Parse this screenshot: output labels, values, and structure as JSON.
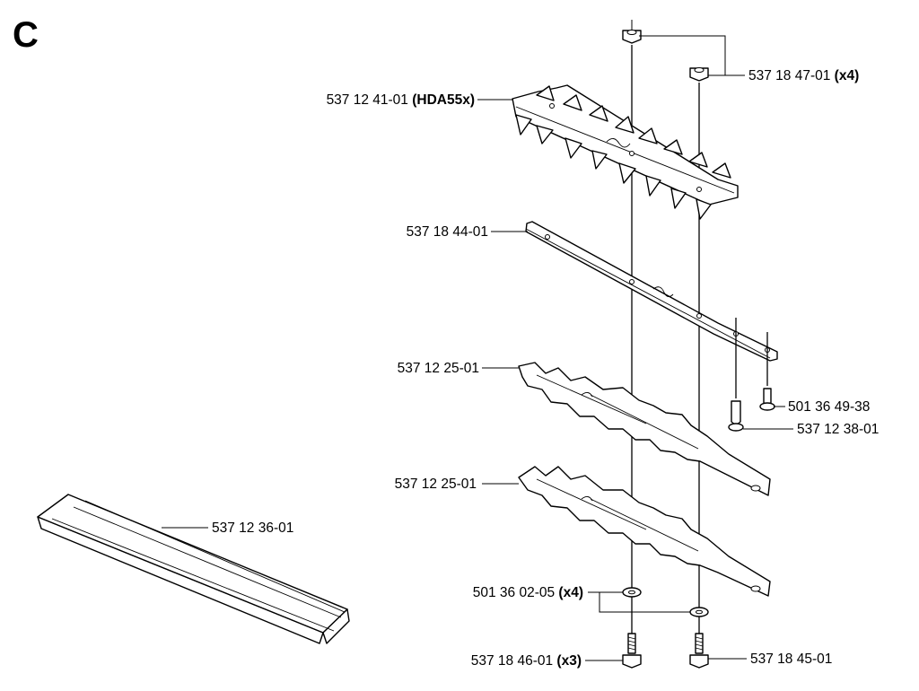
{
  "section": "C",
  "callouts": {
    "nut": {
      "part": "537 18 47-01",
      "qty": "(x4)"
    },
    "upper_blade": {
      "part": "537 12 41-01",
      "model": "(HDA55x)"
    },
    "spacer": {
      "part": "537 18 44-01"
    },
    "screw_a": {
      "part": "501 36 49-38"
    },
    "screw_b": {
      "part": "537 12 38-01"
    },
    "blade_1": {
      "part": "537 12 25-01"
    },
    "blade_2": {
      "part": "537 12 25-01"
    },
    "guard": {
      "part": "537 12 36-01"
    },
    "washer": {
      "part": "501 36 02-05",
      "qty": "(x4)"
    },
    "bolt_left": {
      "part": "537 18 46-01",
      "qty": "(x3)"
    },
    "bolt_right": {
      "part": "537 18 45-01"
    }
  }
}
